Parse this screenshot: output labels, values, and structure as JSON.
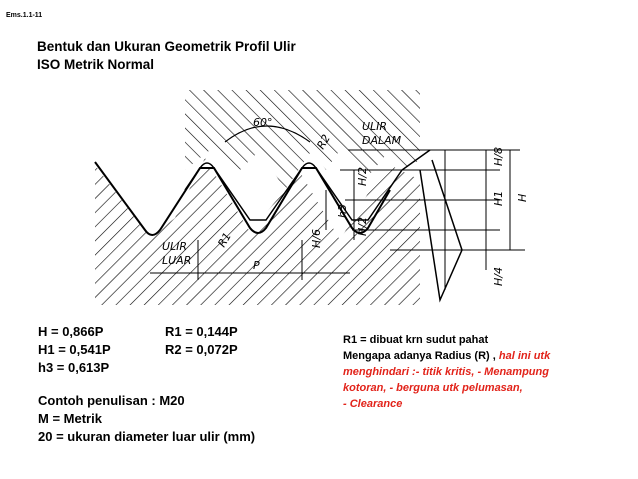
{
  "slide_code": "Ems.1.1-11",
  "title": {
    "line1": "Bentuk dan Ukuran Geometrik Profil Ulir",
    "line2": "ISO Metrik Normal"
  },
  "drawing": {
    "angle": "60°",
    "ulir_dalam_1": "ULIR",
    "ulir_dalam_2": "DALAM",
    "ulir_luar_1": "ULIR",
    "ulir_luar_2": "LUAR",
    "p_label": "P",
    "r1_label": "R1",
    "r2_label": "R2",
    "h3_label": "h3",
    "h6_label": "H/6",
    "h2a_label": "H/2",
    "h2b_label": "H/2",
    "h8_label": "H/8",
    "h1_label": "H1",
    "h_label": "H",
    "h4_label": "H/4"
  },
  "formulas": {
    "left": [
      "H = 0,866P",
      "H1 = 0,541P",
      "h3 = 0,613P"
    ],
    "right": [
      "R1 = 0,144P",
      "R2 = 0,072P"
    ]
  },
  "example": [
    "Contoh penulisan : M20",
    "M = Metrik",
    "20 = ukuran diameter luar ulir (mm)"
  ],
  "note": {
    "line1": "R1 = dibuat krn sudut pahat",
    "line2_black": "Mengapa adanya Radius (R) , ",
    "line2_red": "hal ini utk",
    "line3": "menghindari :- titik kritis, - Menampung",
    "line4": "kotoran, - berguna utk pelumasan,",
    "line5": " - Clearance"
  },
  "colors": {
    "note_red": "#e2231a"
  }
}
